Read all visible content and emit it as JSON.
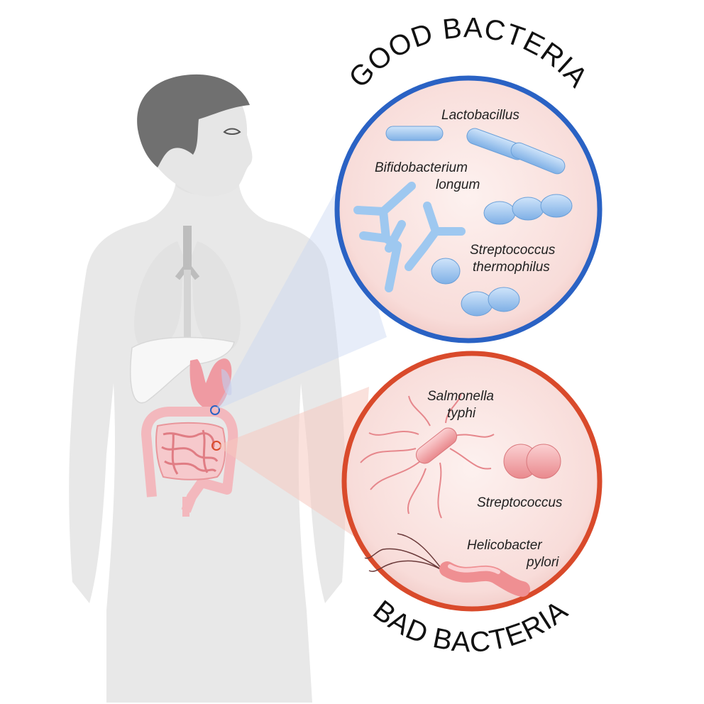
{
  "good": {
    "title": "GOOD BACTERIA",
    "ring_color": "#2a62c4",
    "fill_color": "#fbe9e7",
    "bacteria": {
      "lactobacillus": "Lactobacillus",
      "bifido_line1": "Bifidobacterium",
      "bifido_line2": "longum",
      "strep_line1": "Streptococcus",
      "strep_line2": "thermophilus"
    }
  },
  "bad": {
    "title": "BAD BACTERIA",
    "ring_color": "#d94a2b",
    "fill_color": "#fbe9e7",
    "bacteria": {
      "salmonella_line1": "Salmonella",
      "salmonella_line2": "typhi",
      "streptococcus": "Streptococcus",
      "helico_line1": "Helicobacter",
      "helico_line2": "pylori"
    }
  },
  "colors": {
    "good_microbe": "#8fc0ef",
    "bad_microbe": "#ef8f92",
    "body": "#e6e6e6",
    "hair": "#707070",
    "intestine": "#f3b8bd"
  }
}
